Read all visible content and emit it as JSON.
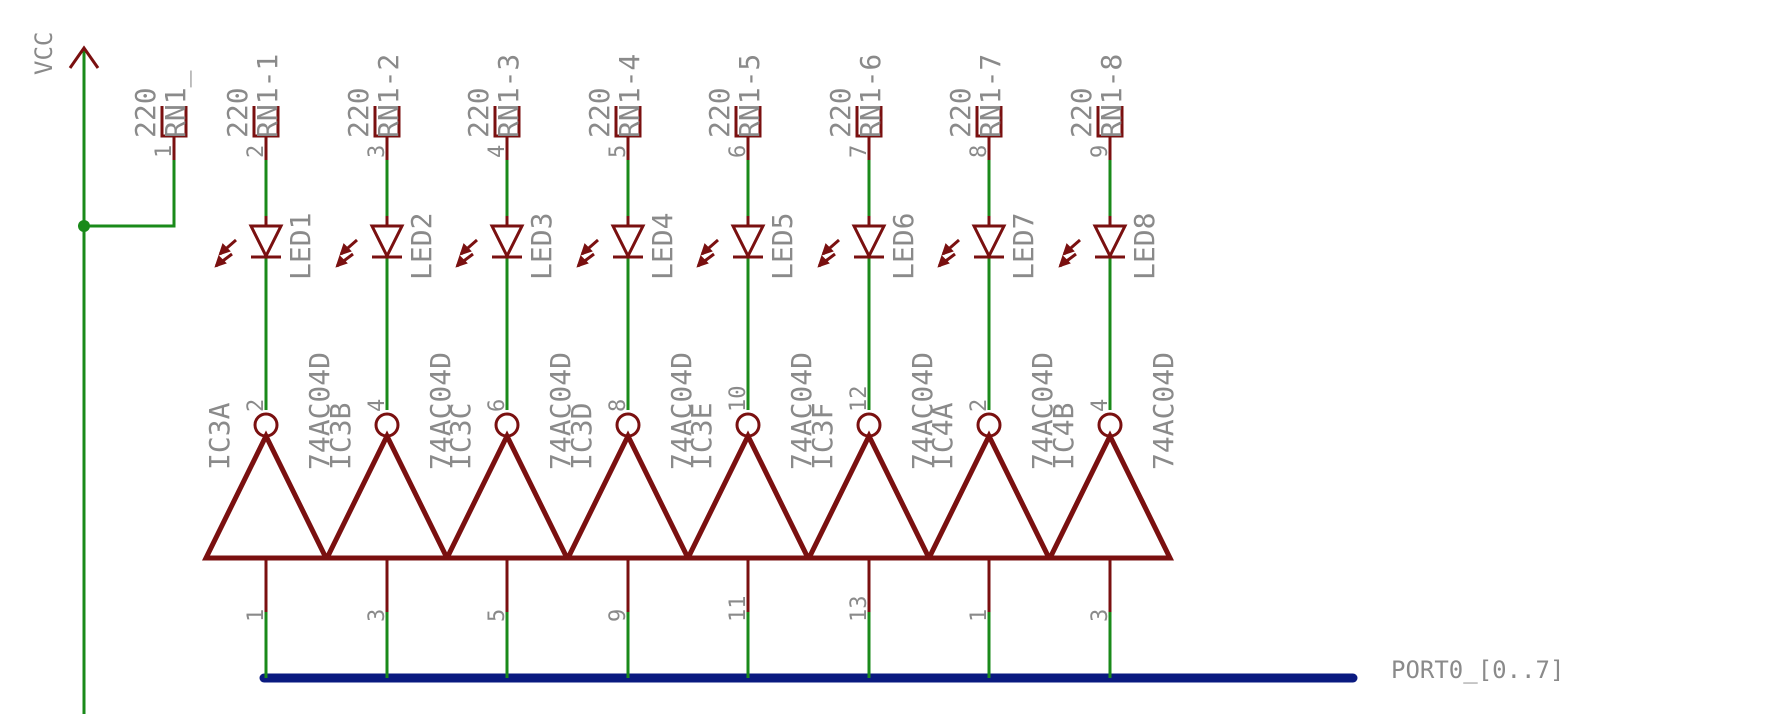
{
  "colors": {
    "part": "#7a1010",
    "wire": "#1a8a1a",
    "bus": "#0a1a80",
    "text": "#8a8a8a"
  },
  "vcc_label": "VCC",
  "bus_label": "PORT0_[0..7]",
  "rn1_first": {
    "value": "220",
    "ref": "RN1_",
    "pin": "1"
  },
  "channels": [
    {
      "res_value": "220",
      "res_ref": "RN1-1",
      "res_pin": "2",
      "led": "LED1",
      "gate_ref": "IC3A",
      "gate_part": "74AC04D",
      "out_pin": "2",
      "in_pin": "1"
    },
    {
      "res_value": "220",
      "res_ref": "RN1-2",
      "res_pin": "3",
      "led": "LED2",
      "gate_ref": "IC3B",
      "gate_part": "74AC04D",
      "out_pin": "4",
      "in_pin": "3"
    },
    {
      "res_value": "220",
      "res_ref": "RN1-3",
      "res_pin": "4",
      "led": "LED3",
      "gate_ref": "IC3C",
      "gate_part": "74AC04D",
      "out_pin": "6",
      "in_pin": "5"
    },
    {
      "res_value": "220",
      "res_ref": "RN1-4",
      "res_pin": "5",
      "led": "LED4",
      "gate_ref": "IC3D",
      "gate_part": "74AC04D",
      "out_pin": "8",
      "in_pin": "9"
    },
    {
      "res_value": "220",
      "res_ref": "RN1-5",
      "res_pin": "6",
      "led": "LED5",
      "gate_ref": "IC3E",
      "gate_part": "74AC04D",
      "out_pin": "10",
      "in_pin": "11"
    },
    {
      "res_value": "220",
      "res_ref": "RN1-6",
      "res_pin": "7",
      "led": "LED6",
      "gate_ref": "IC3F",
      "gate_part": "74AC04D",
      "out_pin": "12",
      "in_pin": "13"
    },
    {
      "res_value": "220",
      "res_ref": "RN1-7",
      "res_pin": "8",
      "led": "LED7",
      "gate_ref": "IC4A",
      "gate_part": "74AC04D",
      "out_pin": "2",
      "in_pin": "1"
    },
    {
      "res_value": "220",
      "res_ref": "RN1-8",
      "res_pin": "9",
      "led": "LED8",
      "gate_ref": "IC4B",
      "gate_part": "74AC04D",
      "out_pin": "4",
      "in_pin": "3"
    }
  ]
}
